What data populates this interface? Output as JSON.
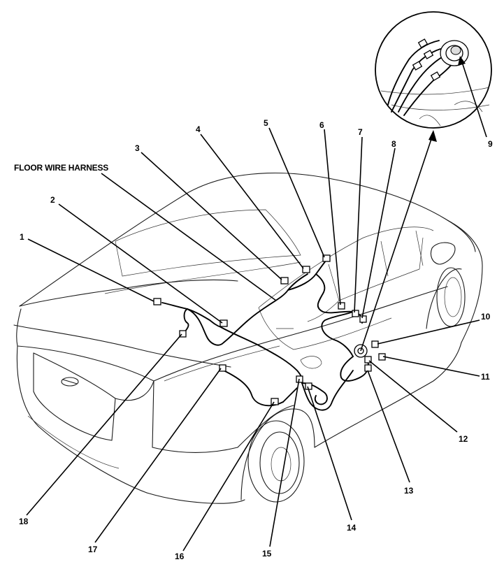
{
  "diagram": {
    "harness_label": "FLOOR WIRE HARNESS",
    "callouts": [
      "1",
      "2",
      "3",
      "4",
      "5",
      "6",
      "7",
      "8",
      "9",
      "10",
      "11",
      "12",
      "13",
      "14",
      "15",
      "16",
      "17",
      "18"
    ],
    "icons": {
      "vehicle": "hatchback-rear-three-quarter-icon",
      "detail_view": "grommet-detail-circle-icon",
      "connector": "connector-icon"
    }
  }
}
